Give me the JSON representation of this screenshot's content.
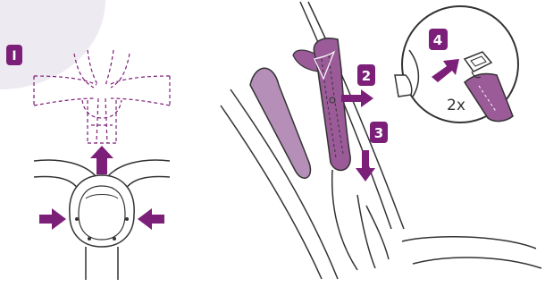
{
  "steps": {
    "step1": {
      "number": "I"
    },
    "step2": {
      "number": "2"
    },
    "step3": {
      "number": "3"
    },
    "step4": {
      "number": "4"
    }
  },
  "repeat_count": "2x",
  "colors": {
    "accent": "#7b1f78",
    "light_purple": "#b58fb8",
    "mid_purple": "#9a5b98",
    "corner_fill": "#eeeaf2",
    "line": "#333333",
    "dashed": "#7b1f78"
  },
  "icons": [
    "arrow-up-icon",
    "arrow-right-icon",
    "arrow-left-icon",
    "arrow-down-icon",
    "buckle-icon",
    "magnifier-circle"
  ]
}
